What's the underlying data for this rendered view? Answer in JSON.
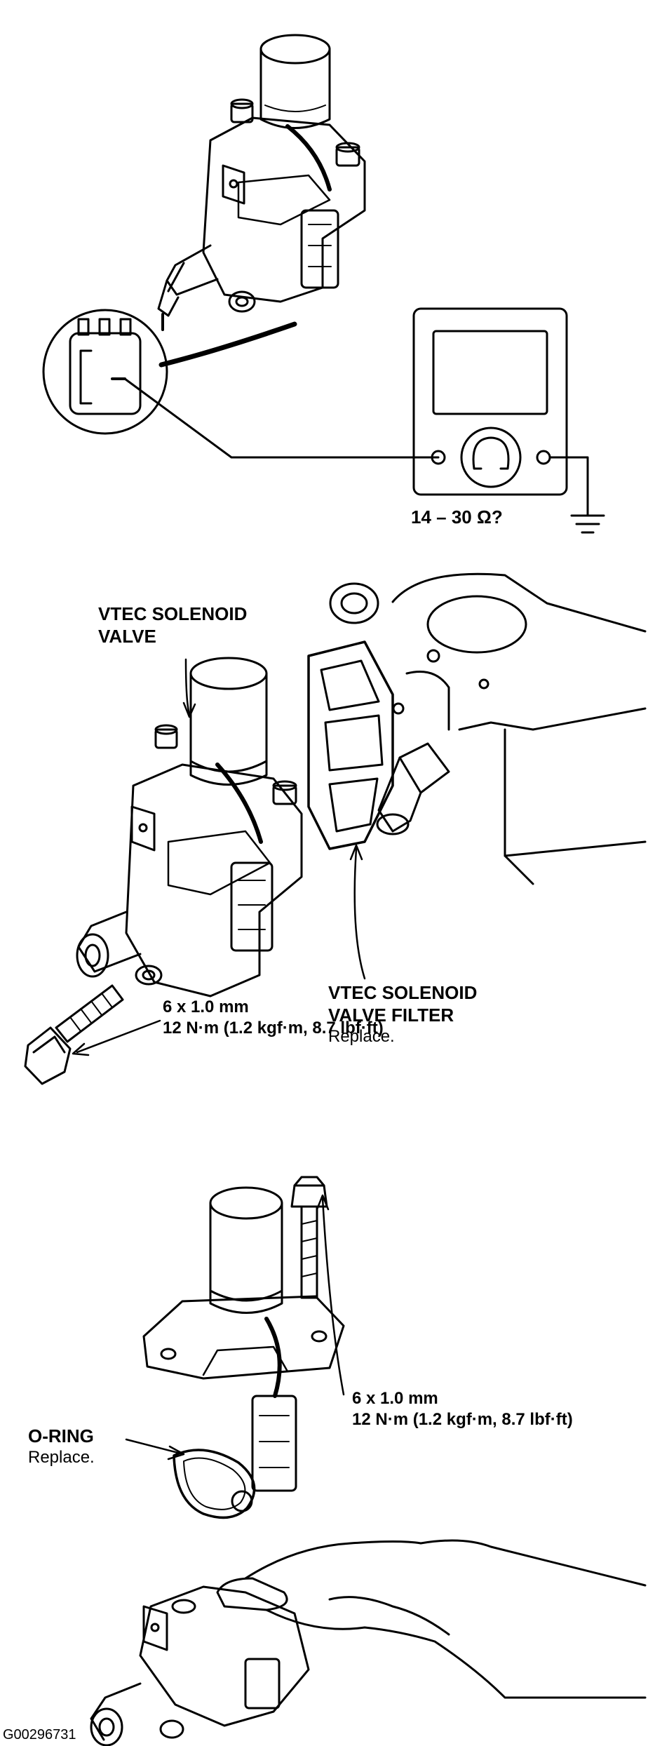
{
  "panel1": {
    "meter_reading": "14 – 30 Ω?"
  },
  "panel2": {
    "valve_label_line1": "VTEC SOLENOID",
    "valve_label_line2": "VALVE",
    "filter_label_line1": "VTEC SOLENOID",
    "filter_label_line2": "VALVE FILTER",
    "filter_note": "Replace.",
    "bolt_size": "6 x 1.0 mm",
    "bolt_torque": "12 N·m (1.2 kgf·m, 8.7 lbf·ft)"
  },
  "panel3": {
    "bolt_size": "6 x 1.0 mm",
    "bolt_torque": "12 N·m (1.2 kgf·m, 8.7 lbf·ft)",
    "oring_label": "O-RING",
    "oring_note": "Replace."
  },
  "footer": {
    "figure_code": "G00296731"
  },
  "icons": [
    "ohmmeter-icon",
    "ground-symbol-icon",
    "connector-terminal-icon"
  ]
}
